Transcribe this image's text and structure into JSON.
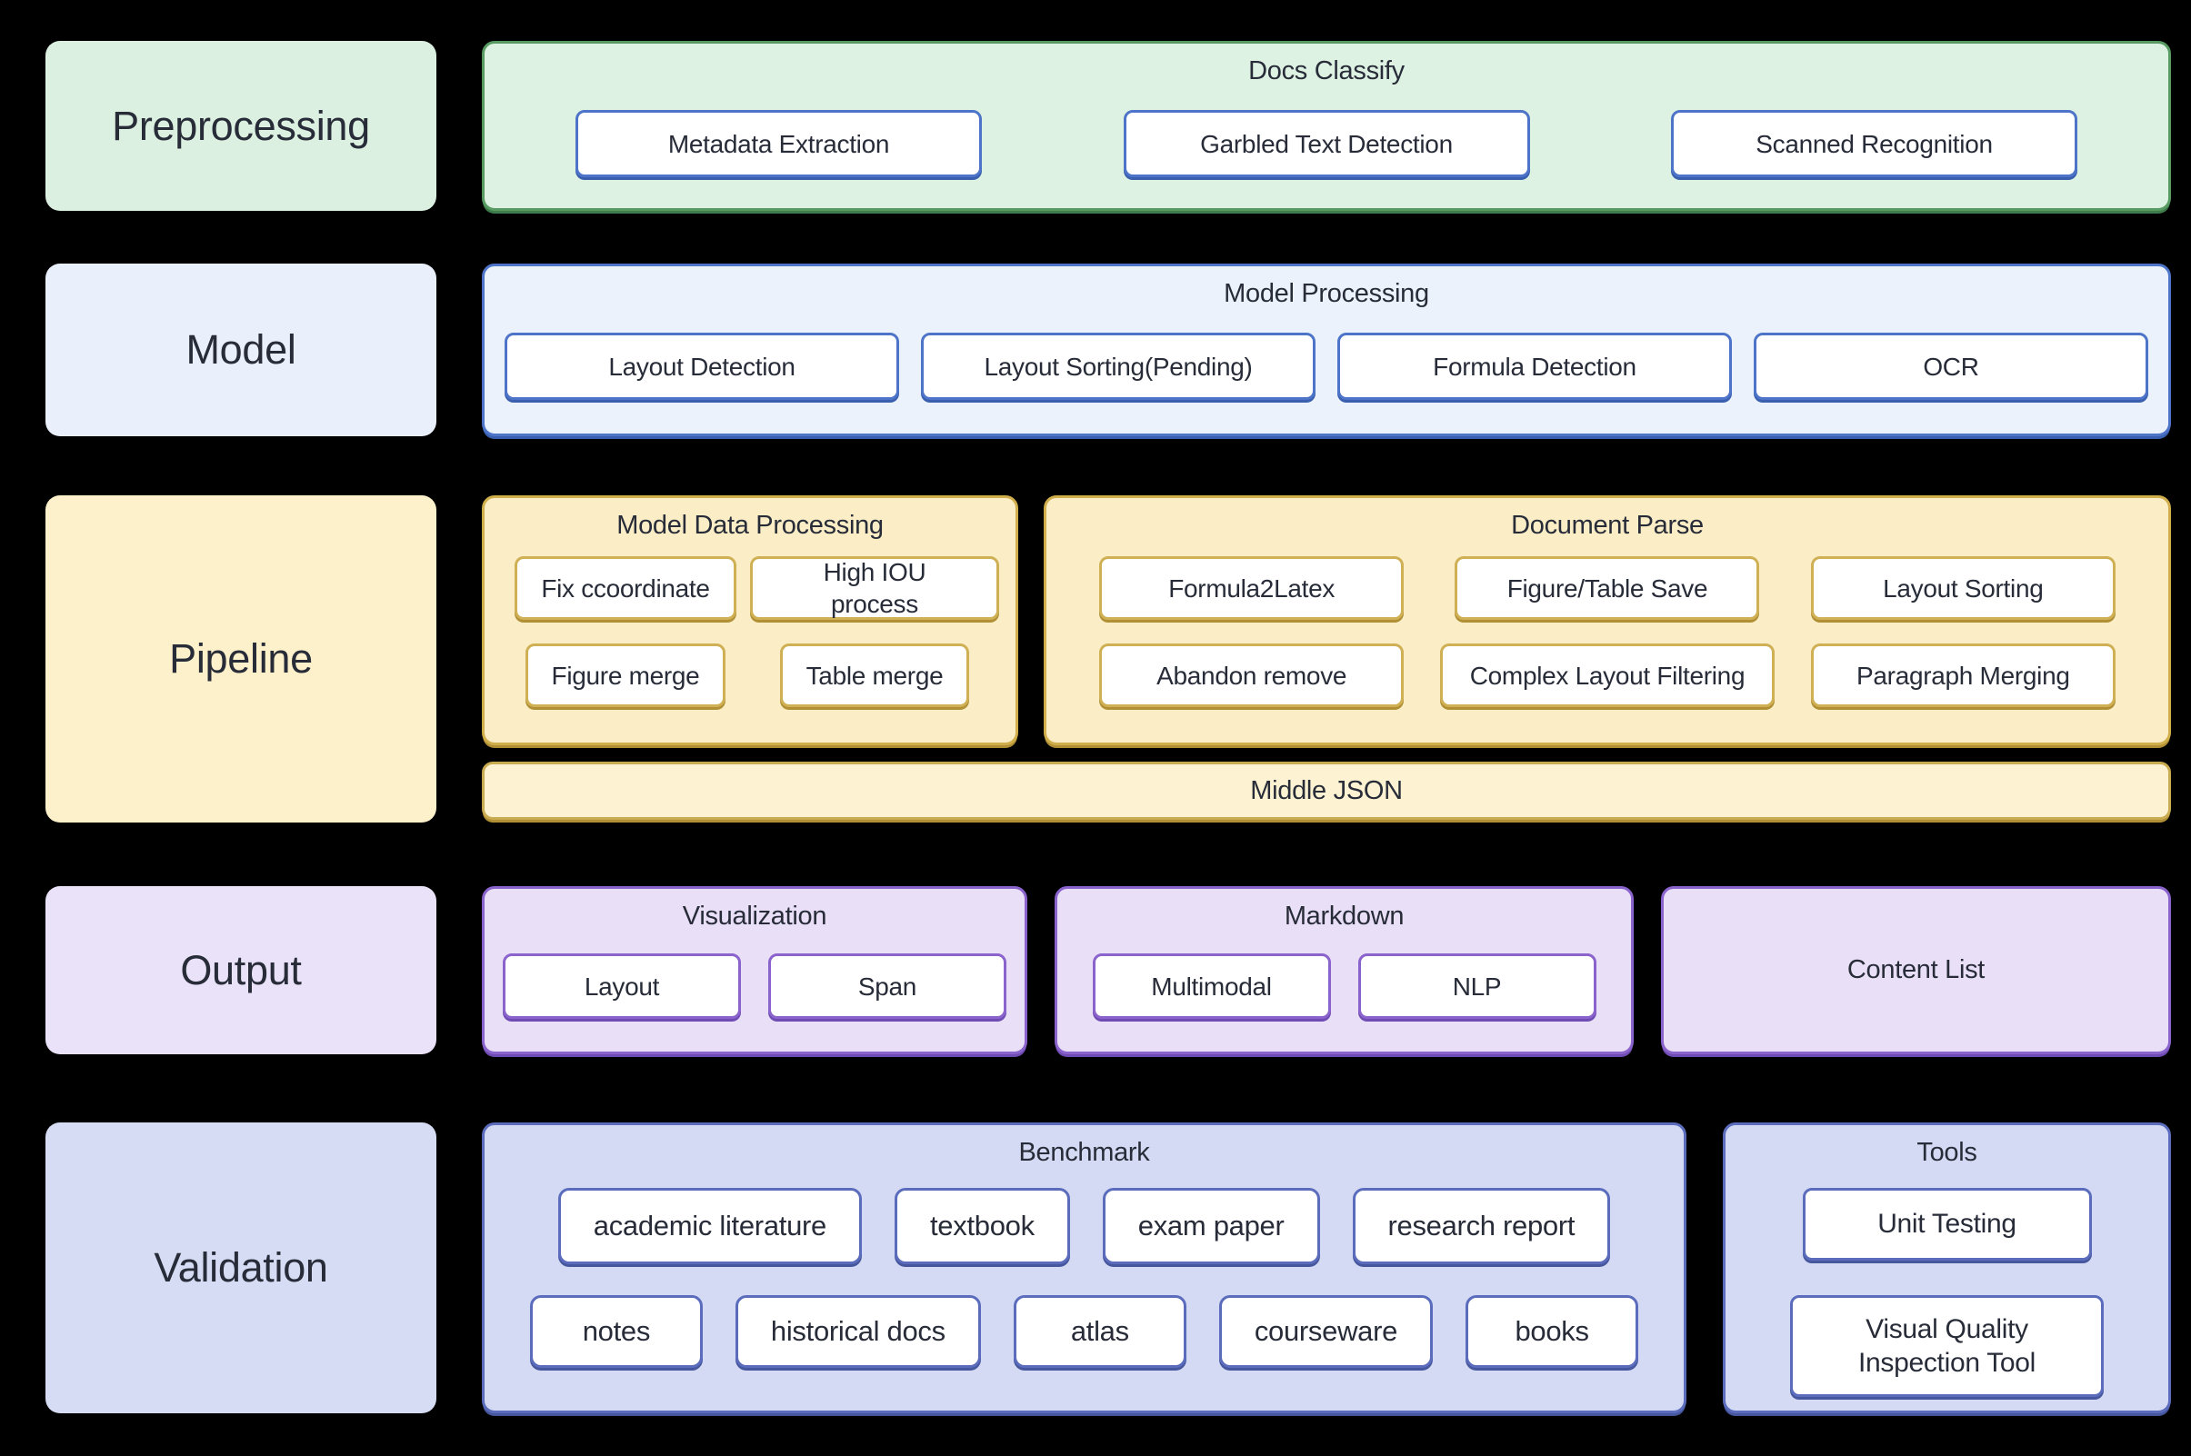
{
  "colors": {
    "background": "#000000",
    "green_bg": "#def2e3",
    "green_border": "#579b62",
    "blue_bg": "#ecf2fc",
    "blue_border": "#4d74c8",
    "yellow_bg": "#fbeec7",
    "yellow_border": "#cfb054",
    "purple_bg": "#e9e0f8",
    "purple_border": "#8a63cc",
    "periwinkle_bg": "#d4daf3",
    "periwinkle_border": "#5b6cbd",
    "node_bg": "#ffffff",
    "text": "#272c38"
  },
  "rows": [
    {
      "label": "Preprocessing",
      "groups": [
        {
          "title": "Docs Classify",
          "buttons": [
            "Metadata Extraction",
            "Garbled Text Detection",
            "Scanned Recognition"
          ]
        }
      ]
    },
    {
      "label": "Model",
      "groups": [
        {
          "title": "Model Processing",
          "buttons": [
            "Layout Detection",
            "Layout Sorting(Pending)",
            "Formula Detection",
            "OCR"
          ]
        }
      ]
    },
    {
      "label": "Pipeline",
      "groups": [
        {
          "title": "Model Data Processing",
          "button_rows": [
            [
              "Fix ccoordinate",
              "High IOU process"
            ],
            [
              "Figure merge",
              "Table merge"
            ]
          ]
        },
        {
          "title": "Document Parse",
          "button_rows": [
            [
              "Formula2Latex",
              "Figure/Table Save",
              "Layout Sorting"
            ],
            [
              "Abandon remove",
              "Complex Layout Filtering",
              "Paragraph Merging"
            ]
          ]
        }
      ],
      "bar": "Middle JSON"
    },
    {
      "label": "Output",
      "groups": [
        {
          "title": "Visualization",
          "buttons": [
            "Layout",
            "Span"
          ]
        },
        {
          "title": "Markdown",
          "buttons": [
            "Multimodal",
            "NLP"
          ]
        },
        {
          "title": "Content List",
          "buttons": []
        }
      ]
    },
    {
      "label": "Validation",
      "groups": [
        {
          "title": "Benchmark",
          "button_rows": [
            [
              "academic literature",
              "textbook",
              "exam paper",
              "research report"
            ],
            [
              "notes",
              "historical docs",
              "atlas",
              "courseware",
              "books"
            ]
          ]
        },
        {
          "title": "Tools",
          "button_rows": [
            [
              "Unit Testing"
            ],
            [
              "Visual Quality Inspection Tool"
            ]
          ]
        }
      ]
    }
  ]
}
